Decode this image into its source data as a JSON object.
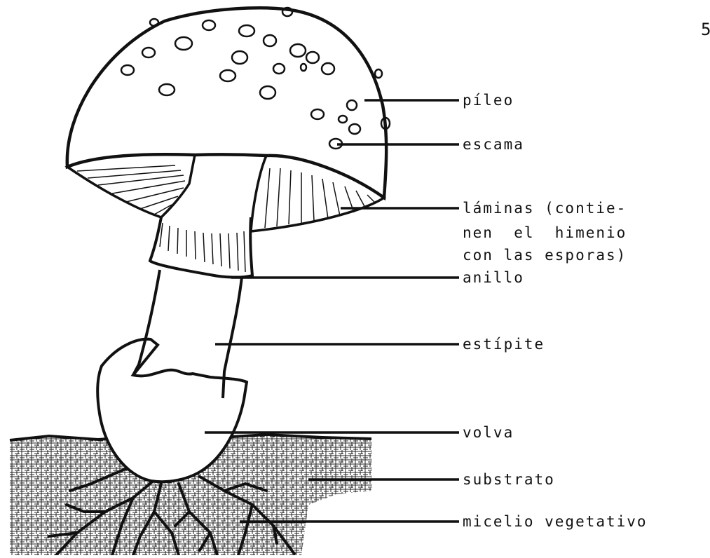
{
  "page_number": "5",
  "labels": {
    "pileo": "píleo",
    "escama": "escama",
    "laminas_1": "láminas (contie-",
    "laminas_2": "nen  el  himenio",
    "laminas_3": "con las esporas)",
    "anillo": "anillo",
    "estipite": "estípite",
    "volva": "volva",
    "substrato": "substrato",
    "micelio": "micelio vegetativo"
  }
}
